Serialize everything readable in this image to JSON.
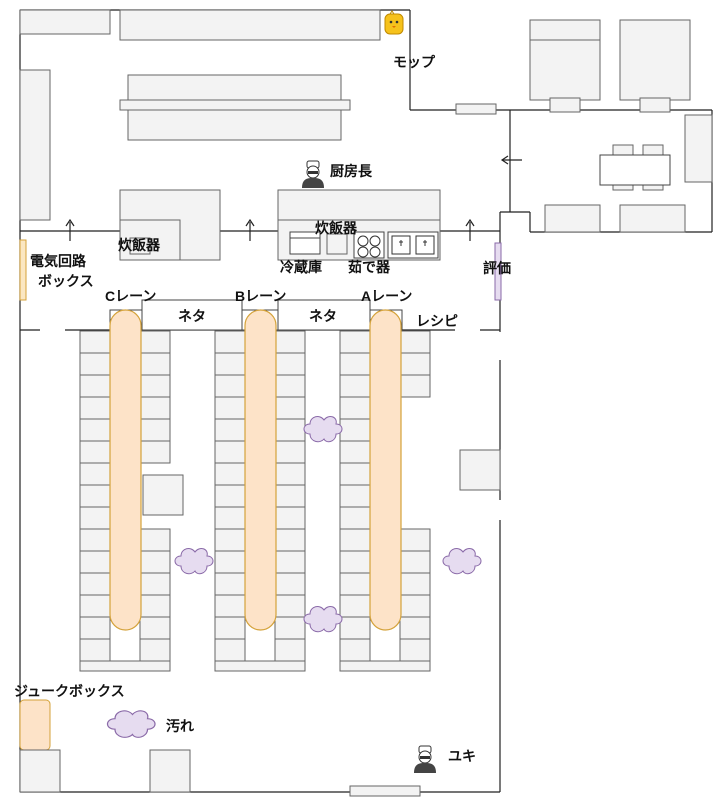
{
  "labels": {
    "mop": "モップ",
    "head_chef": "厨房長",
    "rice_cooker_left": "炊飯器",
    "rice_cooker_center": "炊飯器",
    "fridge": "冷蔵庫",
    "boiler": "茹で器",
    "breaker_line1": "電気回路",
    "breaker_line2": "ボックス",
    "evaluation": "評価",
    "lane_c": "Cレーン",
    "lane_b": "Bレーン",
    "lane_a": "Aレーン",
    "neta_left": "ネタ",
    "neta_right": "ネタ",
    "recipe": "レシピ",
    "jukebox": "ジュークボックス",
    "stain": "汚れ",
    "yuki": "ユキ"
  },
  "colors": {
    "lane_fill": "#fde3c8",
    "lane_stroke": "#d4a23a",
    "stain_fill": "#e6dcf0",
    "stain_stroke": "#8a6aa8",
    "furniture_fill": "#f3f3f3",
    "duck": "#f6c21c"
  },
  "icons": {
    "mop": "duck-icon",
    "people": "chef-person-icon",
    "stains": "cloud-stain-icon"
  }
}
